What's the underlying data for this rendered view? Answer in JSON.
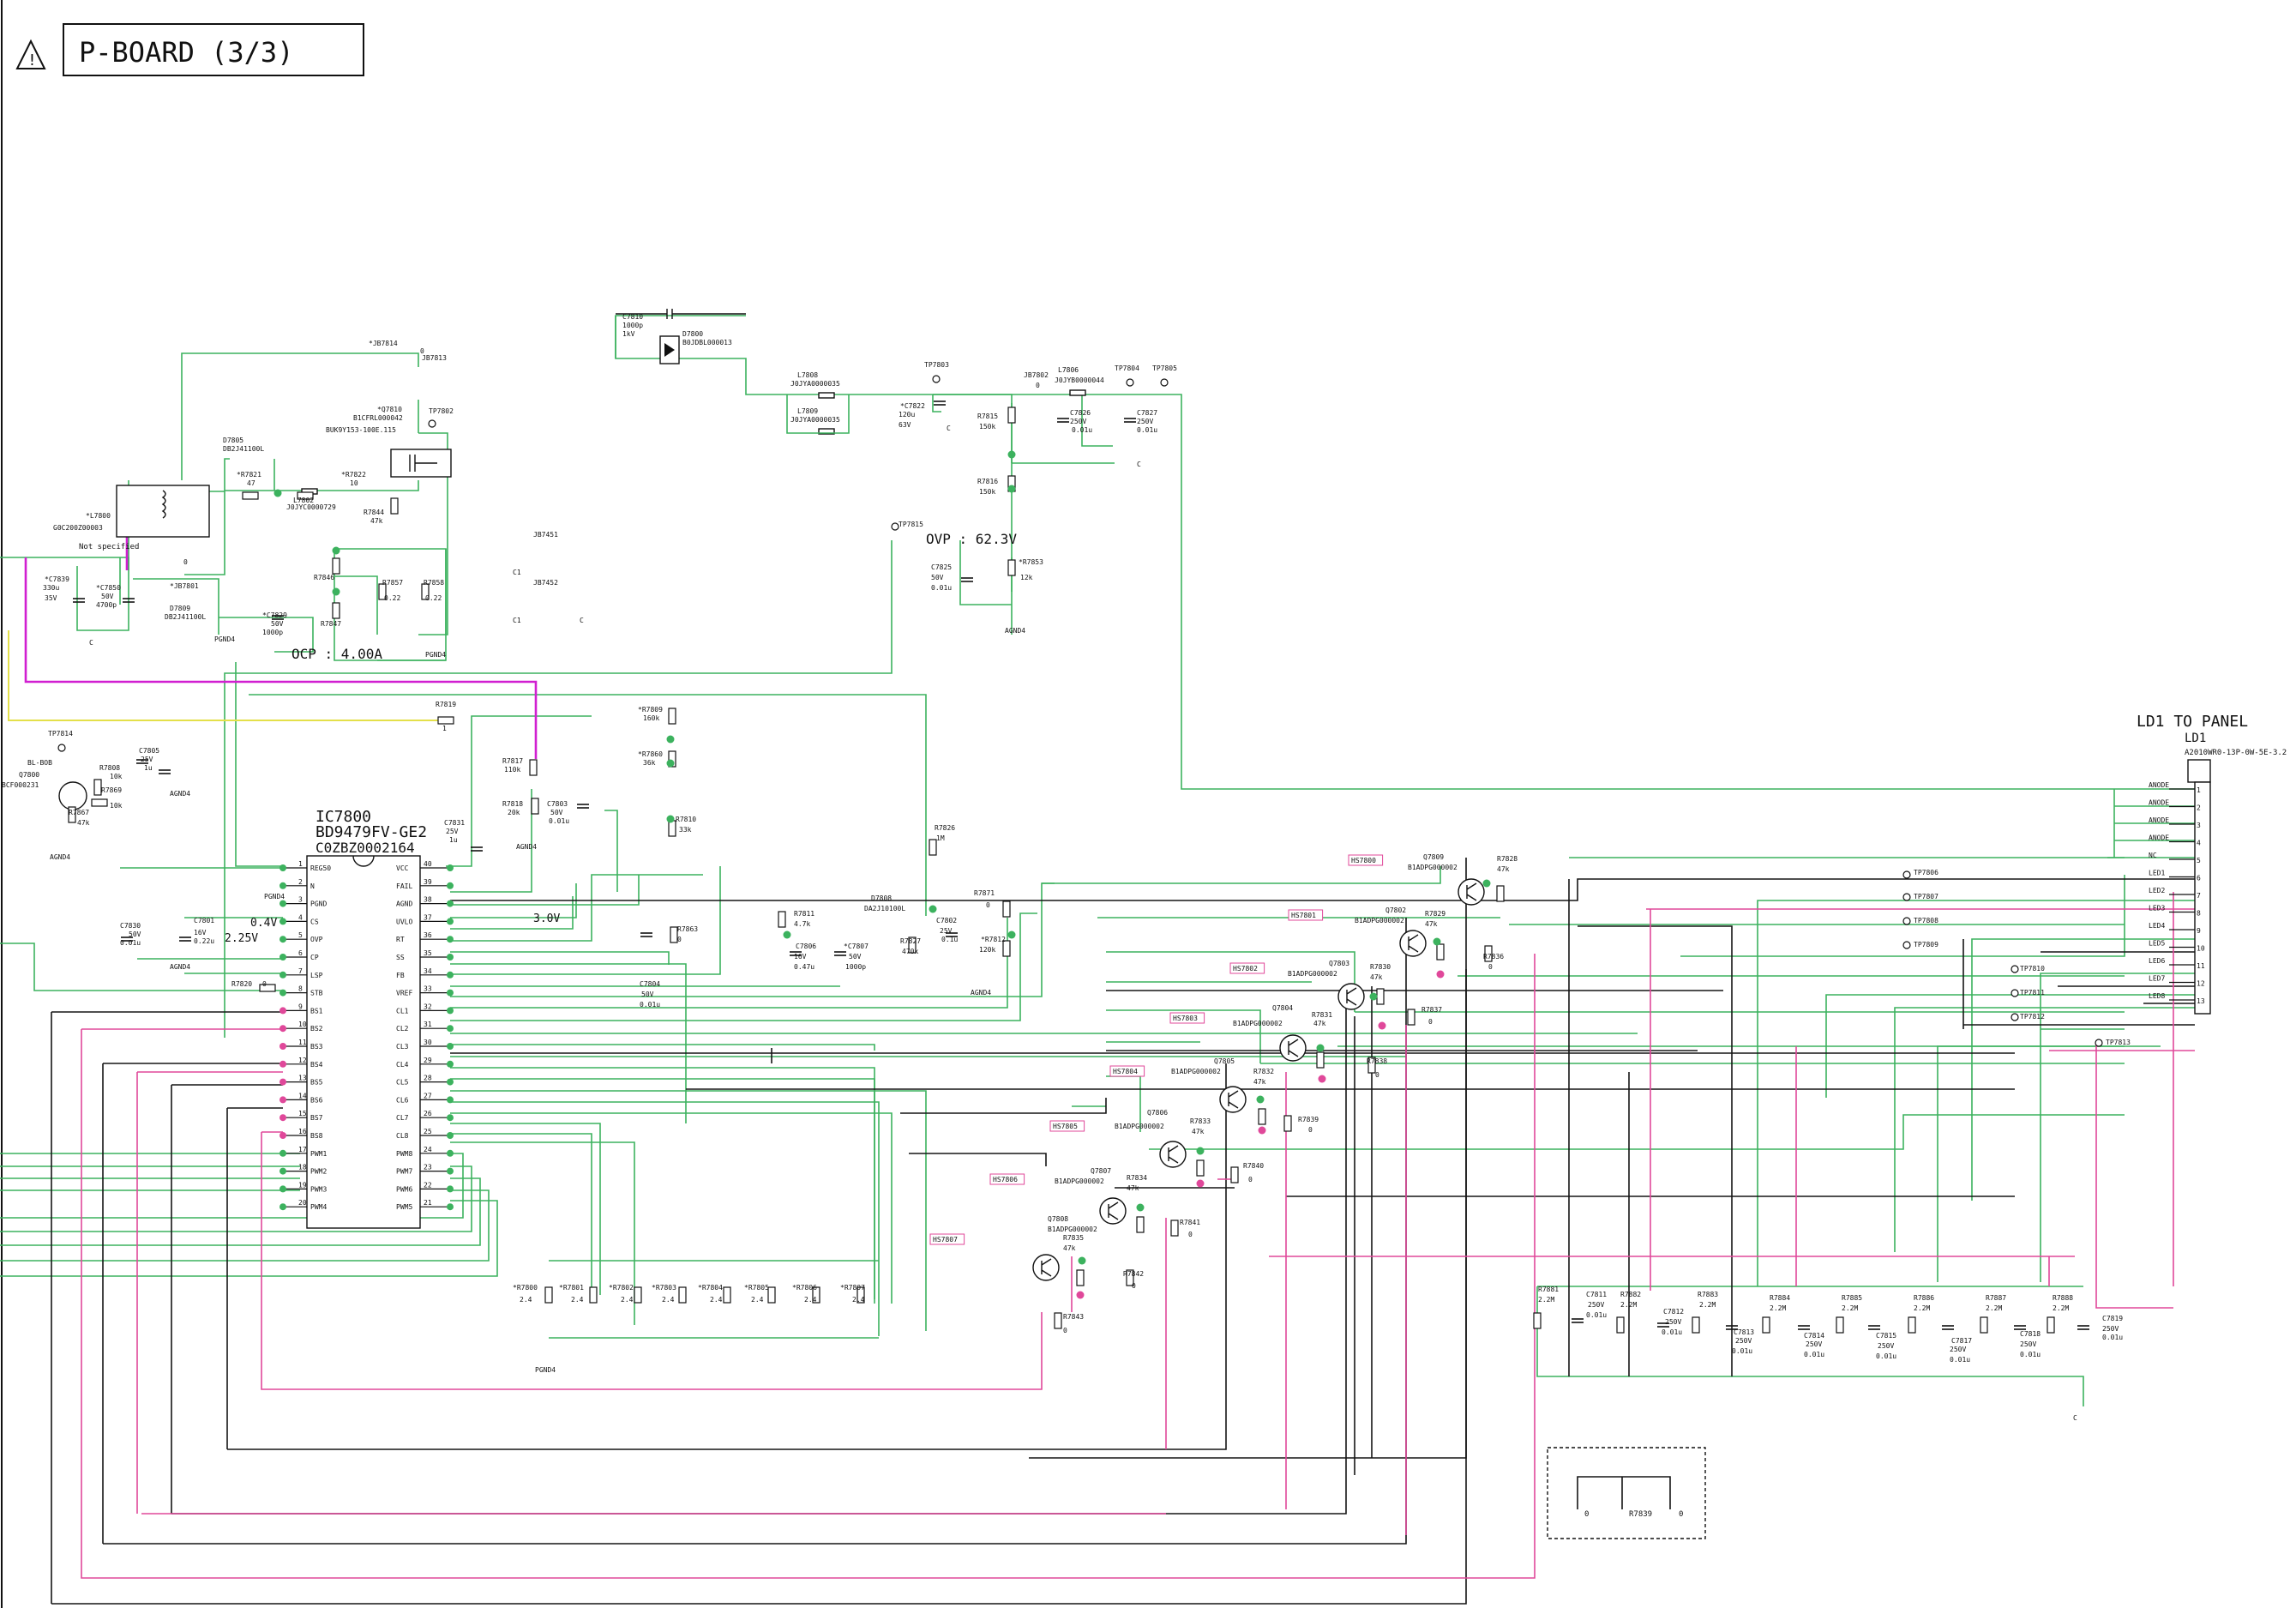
{
  "header": {
    "title": "P-BOARD (3/3)"
  },
  "ic": {
    "name": "IC7800",
    "part": "BD9479FV-GE2",
    "code": "C0ZBZ0002164",
    "left_pins": [
      {
        "num": "1",
        "name": "REG50"
      },
      {
        "num": "2",
        "name": "N"
      },
      {
        "num": "3",
        "name": "PGND"
      },
      {
        "num": "4",
        "name": "CS"
      },
      {
        "num": "5",
        "name": "OVP"
      },
      {
        "num": "6",
        "name": "CP"
      },
      {
        "num": "7",
        "name": "LSP"
      },
      {
        "num": "8",
        "name": "STB"
      },
      {
        "num": "9",
        "name": "BS1"
      },
      {
        "num": "10",
        "name": "BS2"
      },
      {
        "num": "11",
        "name": "BS3"
      },
      {
        "num": "12",
        "name": "BS4"
      },
      {
        "num": "13",
        "name": "BS5"
      },
      {
        "num": "14",
        "name": "BS6"
      },
      {
        "num": "15",
        "name": "BS7"
      },
      {
        "num": "16",
        "name": "BS8"
      },
      {
        "num": "17",
        "name": "PWM1"
      },
      {
        "num": "18",
        "name": "PWM2"
      },
      {
        "num": "19",
        "name": "PWM3"
      },
      {
        "num": "20",
        "name": "PWM4"
      }
    ],
    "right_pins": [
      {
        "num": "40",
        "name": "VCC"
      },
      {
        "num": "39",
        "name": "FAIL"
      },
      {
        "num": "38",
        "name": "AGND"
      },
      {
        "num": "37",
        "name": "UVLO"
      },
      {
        "num": "36",
        "name": "RT"
      },
      {
        "num": "35",
        "name": "SS"
      },
      {
        "num": "34",
        "name": "FB"
      },
      {
        "num": "33",
        "name": "VREF"
      },
      {
        "num": "32",
        "name": "CL1"
      },
      {
        "num": "31",
        "name": "CL2"
      },
      {
        "num": "30",
        "name": "CL3"
      },
      {
        "num": "29",
        "name": "CL4"
      },
      {
        "num": "28",
        "name": "CL5"
      },
      {
        "num": "27",
        "name": "CL6"
      },
      {
        "num": "26",
        "name": "CL7"
      },
      {
        "num": "25",
        "name": "CL8"
      },
      {
        "num": "24",
        "name": "PWM8"
      },
      {
        "num": "23",
        "name": "PWM7"
      },
      {
        "num": "22",
        "name": "PWM6"
      },
      {
        "num": "21",
        "name": "PWM5"
      }
    ]
  },
  "connector": {
    "title": "LD1 TO PANEL",
    "name": "LD1",
    "part": "A2010WR0-13P-0W-5E-3.2",
    "pins": [
      {
        "num": "1",
        "name": "ANODE"
      },
      {
        "num": "2",
        "name": "ANODE"
      },
      {
        "num": "3",
        "name": "ANODE"
      },
      {
        "num": "4",
        "name": "ANODE"
      },
      {
        "num": "5",
        "name": "NC"
      },
      {
        "num": "6",
        "name": "LED1"
      },
      {
        "num": "7",
        "name": "LED2"
      },
      {
        "num": "8",
        "name": "LED3"
      },
      {
        "num": "9",
        "name": "LED4"
      },
      {
        "num": "10",
        "name": "LED5"
      },
      {
        "num": "11",
        "name": "LED6"
      },
      {
        "num": "12",
        "name": "LED7"
      },
      {
        "num": "13",
        "name": "LED8"
      }
    ]
  },
  "annotations": {
    "ocp": "OCP : 4.00A",
    "ovp": "OVP : 62.3V",
    "v04": "0.4V",
    "v225": "2.25V",
    "v30": "3.0V",
    "not_specified": "Not specified"
  },
  "labels": [
    {
      "id": "jb7814",
      "text": "*JB7814"
    },
    {
      "id": "jb7814v",
      "text": "0"
    },
    {
      "id": "jb7813",
      "text": "JB7813"
    },
    {
      "id": "q7810",
      "text": "*Q7810"
    },
    {
      "id": "q7810p",
      "text": "B1CFRL000042"
    },
    {
      "id": "q7810b",
      "text": "BUK9Y153-100E.115"
    },
    {
      "id": "tp7802",
      "text": "TP7802"
    },
    {
      "id": "c7810",
      "text": "C7810"
    },
    {
      "id": "c7810v",
      "text": "1000p"
    },
    {
      "id": "c7810k",
      "text": "1kV"
    },
    {
      "id": "d7800",
      "text": "D7800"
    },
    {
      "id": "d7800p",
      "text": "B0JDBL000013"
    },
    {
      "id": "d7805",
      "text": "D7805"
    },
    {
      "id": "d7805p",
      "text": "DB2J41100L"
    },
    {
      "id": "r7821",
      "text": "*R7821"
    },
    {
      "id": "r7821v",
      "text": "47"
    },
    {
      "id": "r7822",
      "text": "*R7822"
    },
    {
      "id": "r7822v",
      "text": "10"
    },
    {
      "id": "l7802",
      "text": "L7802"
    },
    {
      "id": "l7802p",
      "text": "J0JYC0000729"
    },
    {
      "id": "r7844",
      "text": "R7844"
    },
    {
      "id": "r7844v",
      "text": "47k"
    },
    {
      "id": "l7800",
      "text": "*L7800"
    },
    {
      "id": "l7800p",
      "text": "G0C200Z00003"
    },
    {
      "id": "jb7801",
      "text": "*JB7801"
    },
    {
      "id": "jb7801v",
      "text": "0"
    },
    {
      "id": "d7809",
      "text": "D7809"
    },
    {
      "id": "d7809p",
      "text": "DB2J41100L"
    },
    {
      "id": "c7839",
      "text": "*C7839"
    },
    {
      "id": "c7839a",
      "text": "330u"
    },
    {
      "id": "c7839b",
      "text": "35V"
    },
    {
      "id": "c7850",
      "text": "*C7850"
    },
    {
      "id": "c7850a",
      "text": "50V"
    },
    {
      "id": "c7850b",
      "text": "4700p"
    },
    {
      "id": "c7829",
      "text": "*C7829"
    },
    {
      "id": "c7829a",
      "text": "50V"
    },
    {
      "id": "c7829b",
      "text": "1000p"
    },
    {
      "id": "r7846",
      "text": "R7846"
    },
    {
      "id": "r7847",
      "text": "R7847"
    },
    {
      "id": "r7857",
      "text": "R7857"
    },
    {
      "id": "r7857v",
      "text": "0.22"
    },
    {
      "id": "r7858",
      "text": "R7858"
    },
    {
      "id": "r7858v",
      "text": "0.22"
    },
    {
      "id": "pgnd4a",
      "text": "PGND4"
    },
    {
      "id": "pgnd4b",
      "text": "PGND4"
    },
    {
      "id": "l7808",
      "text": "L7808"
    },
    {
      "id": "l7808p",
      "text": "J0JYA0000035"
    },
    {
      "id": "l7809",
      "text": "L7809"
    },
    {
      "id": "l7809p",
      "text": "J0JYA0000035"
    },
    {
      "id": "tp7803",
      "text": "TP7803"
    },
    {
      "id": "c7822",
      "text": "*C7822"
    },
    {
      "id": "c7822a",
      "text": "120u"
    },
    {
      "id": "c7822b",
      "text": "63V"
    },
    {
      "id": "jb7802",
      "text": "JB7802"
    },
    {
      "id": "jb7802v",
      "text": "0"
    },
    {
      "id": "l7806",
      "text": "L7806"
    },
    {
      "id": "l7806p",
      "text": "J0JYB0000044"
    },
    {
      "id": "tp7804",
      "text": "TP7804"
    },
    {
      "id": "tp7805",
      "text": "TP7805"
    },
    {
      "id": "r7815",
      "text": "R7815"
    },
    {
      "id": "r7815v",
      "text": "150k"
    },
    {
      "id": "c7826",
      "text": "C7826"
    },
    {
      "id": "c7826a",
      "text": "250V"
    },
    {
      "id": "c7826b",
      "text": "0.01u"
    },
    {
      "id": "c7827",
      "text": "C7827"
    },
    {
      "id": "c7827a",
      "text": "250V"
    },
    {
      "id": "c7827b",
      "text": "0.01u"
    },
    {
      "id": "r7816",
      "text": "R7816"
    },
    {
      "id": "r7816v",
      "text": "150k"
    },
    {
      "id": "tp7815",
      "text": "TP7815"
    },
    {
      "id": "c7825",
      "text": "C7825"
    },
    {
      "id": "c7825a",
      "text": "50V"
    },
    {
      "id": "c7825b",
      "text": "0.01u"
    },
    {
      "id": "r7853",
      "text": "*R7853"
    },
    {
      "id": "r7853v",
      "text": "12k"
    },
    {
      "id": "agnd4a",
      "text": "AGND4"
    },
    {
      "id": "jb7451",
      "text": "JB7451"
    },
    {
      "id": "jb7452",
      "text": "JB7452"
    },
    {
      "id": "c1a",
      "text": "C1"
    },
    {
      "id": "c1b",
      "text": "C1"
    },
    {
      "id": "tp7814",
      "text": "TP7814"
    },
    {
      "id": "blbob",
      "text": "BL-BOB"
    },
    {
      "id": "q7800",
      "text": "Q7800"
    },
    {
      "id": "q7800p",
      "text": "BCF000231"
    },
    {
      "id": "r7808",
      "text": "R7808"
    },
    {
      "id": "r7808v",
      "text": "10k"
    },
    {
      "id": "c7805",
      "text": "C7805"
    },
    {
      "id": "c7805a",
      "text": "25V"
    },
    {
      "id": "c7805b",
      "text": "1u"
    },
    {
      "id": "r7869",
      "text": "R7869"
    },
    {
      "id": "r7869v",
      "text": "10k"
    },
    {
      "id": "r7867",
      "text": "R7867"
    },
    {
      "id": "r7867v",
      "text": "47k"
    },
    {
      "id": "agnd4b",
      "text": "AGND4"
    },
    {
      "id": "agnd4c",
      "text": "AGND4"
    },
    {
      "id": "r7819",
      "text": "R7819"
    },
    {
      "id": "r7819v",
      "text": "1"
    },
    {
      "id": "r7817",
      "text": "R7817"
    },
    {
      "id": "r7817v",
      "text": "110k"
    },
    {
      "id": "r7818",
      "text": "R7818"
    },
    {
      "id": "r7818v",
      "text": "20k"
    },
    {
      "id": "c7803",
      "text": "C7803"
    },
    {
      "id": "c7803a",
      "text": "50V"
    },
    {
      "id": "c7803b",
      "text": "0.01u"
    },
    {
      "id": "c7831",
      "text": "C7831"
    },
    {
      "id": "c7831a",
      "text": "25V"
    },
    {
      "id": "c7831b",
      "text": "1u"
    },
    {
      "id": "agnd4d",
      "text": "AGND4"
    },
    {
      "id": "r7809",
      "text": "*R7809"
    },
    {
      "id": "r7809v",
      "text": "160k"
    },
    {
      "id": "r7860",
      "text": "*R7860"
    },
    {
      "id": "r7860v",
      "text": "36k"
    },
    {
      "id": "r7810",
      "text": "R7810"
    },
    {
      "id": "r7810v",
      "text": "33k"
    },
    {
      "id": "r7826",
      "text": "R7826"
    },
    {
      "id": "r7826v",
      "text": "1M"
    },
    {
      "id": "c7830",
      "text": "C7830"
    },
    {
      "id": "c7830a",
      "text": "50V"
    },
    {
      "id": "c7830b",
      "text": "0.01u"
    },
    {
      "id": "c7801",
      "text": "C7801"
    },
    {
      "id": "c7801a",
      "text": "16V"
    },
    {
      "id": "c7801b",
      "text": "0.22u"
    },
    {
      "id": "pgnd4c",
      "text": "PGND4"
    },
    {
      "id": "agnd4e",
      "text": "AGND4"
    },
    {
      "id": "r7820",
      "text": "R7820"
    },
    {
      "id": "r7820v",
      "text": "0"
    },
    {
      "id": "r7863",
      "text": "R7863"
    },
    {
      "id": "r7863v",
      "text": "0"
    },
    {
      "id": "r7811",
      "text": "R7811"
    },
    {
      "id": "r7811v",
      "text": "4.7k"
    },
    {
      "id": "c7806",
      "text": "C7806"
    },
    {
      "id": "c7806a",
      "text": "16V"
    },
    {
      "id": "c7806b",
      "text": "0.47u"
    },
    {
      "id": "c7807",
      "text": "*C7807"
    },
    {
      "id": "c7807a",
      "text": "50V"
    },
    {
      "id": "c7807b",
      "text": "1000p"
    },
    {
      "id": "d7808",
      "text": "D7808"
    },
    {
      "id": "d7808p",
      "text": "DA2J10100L"
    },
    {
      "id": "r7827",
      "text": "R7827"
    },
    {
      "id": "r7827v",
      "text": "470k"
    },
    {
      "id": "c7802",
      "text": "C7802"
    },
    {
      "id": "c7802a",
      "text": "25V"
    },
    {
      "id": "c7802b",
      "text": "0.1u"
    },
    {
      "id": "r7871",
      "text": "R7871"
    },
    {
      "id": "r7871v",
      "text": "0"
    },
    {
      "id": "r7812",
      "text": "*R7812"
    },
    {
      "id": "r7812v",
      "text": "120k"
    },
    {
      "id": "agnd4f",
      "text": "AGND4"
    },
    {
      "id": "c7804",
      "text": "C7804"
    },
    {
      "id": "c7804a",
      "text": "50V"
    },
    {
      "id": "c7804b",
      "text": "0.01u"
    },
    {
      "id": "r7800",
      "text": "*R7800"
    },
    {
      "id": "r7800v",
      "text": "2.4"
    },
    {
      "id": "r7801",
      "text": "*R7801"
    },
    {
      "id": "r7801v",
      "text": "2.4"
    },
    {
      "id": "r7802",
      "text": "*R7802"
    },
    {
      "id": "r7802v",
      "text": "2.4"
    },
    {
      "id": "r7803",
      "text": "*R7803"
    },
    {
      "id": "r7803v",
      "text": "2.4"
    },
    {
      "id": "r7804",
      "text": "*R7804"
    },
    {
      "id": "r7804v",
      "text": "2.4"
    },
    {
      "id": "r7805",
      "text": "*R7805"
    },
    {
      "id": "r7805v",
      "text": "2.4"
    },
    {
      "id": "r7806",
      "text": "*R7806"
    },
    {
      "id": "r7806v",
      "text": "2.4"
    },
    {
      "id": "r7807",
      "text": "*R7807"
    },
    {
      "id": "r7807v",
      "text": "2.4"
    },
    {
      "id": "pgnd4d",
      "text": "PGND4"
    },
    {
      "id": "hs7800",
      "text": "HS7800"
    },
    {
      "id": "hs7801",
      "text": "HS7801"
    },
    {
      "id": "hs7802",
      "text": "HS7802"
    },
    {
      "id": "hs7803",
      "text": "HS7803"
    },
    {
      "id": "hs7804",
      "text": "HS7804"
    },
    {
      "id": "hs7805",
      "text": "HS7805"
    },
    {
      "id": "hs7806",
      "text": "HS7806"
    },
    {
      "id": "hs7807",
      "text": "HS7807"
    },
    {
      "id": "q7809",
      "text": "Q7809"
    },
    {
      "id": "q7809p",
      "text": "B1ADPG000002"
    },
    {
      "id": "q7802",
      "text": "Q7802"
    },
    {
      "id": "q7802p",
      "text": "B1ADPG000002"
    },
    {
      "id": "q7803",
      "text": "Q7803"
    },
    {
      "id": "q7803p",
      "text": "B1ADPG000002"
    },
    {
      "id": "q7804",
      "text": "Q7804"
    },
    {
      "id": "q7804p",
      "text": "B1ADPG000002"
    },
    {
      "id": "q7805",
      "text": "Q7805"
    },
    {
      "id": "q7805p",
      "text": "B1ADPG000002"
    },
    {
      "id": "q7806",
      "text": "Q7806"
    },
    {
      "id": "q7806p",
      "text": "B1ADPG000002"
    },
    {
      "id": "q7807",
      "text": "Q7807"
    },
    {
      "id": "q7807p",
      "text": "B1ADPG000002"
    },
    {
      "id": "q7808",
      "text": "Q7808"
    },
    {
      "id": "q7808p",
      "text": "B1ADPG000002"
    },
    {
      "id": "r7828",
      "text": "R7828"
    },
    {
      "id": "r7828v",
      "text": "47k"
    },
    {
      "id": "r7829",
      "text": "R7829"
    },
    {
      "id": "r7829v",
      "text": "47k"
    },
    {
      "id": "r7830",
      "text": "R7830"
    },
    {
      "id": "r7830v",
      "text": "47k"
    },
    {
      "id": "r7831",
      "text": "R7831"
    },
    {
      "id": "r7831v",
      "text": "47k"
    },
    {
      "id": "r7832",
      "text": "R7832"
    },
    {
      "id": "r7832v",
      "text": "47k"
    },
    {
      "id": "r7833",
      "text": "R7833"
    },
    {
      "id": "r7833v",
      "text": "47k"
    },
    {
      "id": "r7834",
      "text": "R7834"
    },
    {
      "id": "r7834v",
      "text": "47k"
    },
    {
      "id": "r7835",
      "text": "R7835"
    },
    {
      "id": "r7835v",
      "text": "47k"
    },
    {
      "id": "r7836",
      "text": "R7836"
    },
    {
      "id": "r7836v",
      "text": "0"
    },
    {
      "id": "r7837",
      "text": "R7837"
    },
    {
      "id": "r7837v",
      "text": "0"
    },
    {
      "id": "r7838",
      "text": "R7838"
    },
    {
      "id": "r7838v",
      "text": "0"
    },
    {
      "id": "r7839",
      "text": "R7839"
    },
    {
      "id": "r7839v",
      "text": "0"
    },
    {
      "id": "r7840",
      "text": "R7840"
    },
    {
      "id": "r7840v",
      "text": "0"
    },
    {
      "id": "r7841",
      "text": "R7841"
    },
    {
      "id": "r7841v",
      "text": "0"
    },
    {
      "id": "r7842",
      "text": "R7842"
    },
    {
      "id": "r7842v",
      "text": "0"
    },
    {
      "id": "r7843",
      "text": "R7843"
    },
    {
      "id": "r7843v",
      "text": "0"
    },
    {
      "id": "tp7806",
      "text": "TP7806"
    },
    {
      "id": "tp7807",
      "text": "TP7807"
    },
    {
      "id": "tp7808",
      "text": "TP7808"
    },
    {
      "id": "tp7809",
      "text": "TP7809"
    },
    {
      "id": "tp7810",
      "text": "TP7810"
    },
    {
      "id": "tp7811",
      "text": "TP7811"
    },
    {
      "id": "tp7812",
      "text": "TP7812"
    },
    {
      "id": "tp7813",
      "text": "TP7813"
    },
    {
      "id": "r7881",
      "text": "R7881"
    },
    {
      "id": "r7881v",
      "text": "2.2M"
    },
    {
      "id": "c7811",
      "text": "C7811"
    },
    {
      "id": "c7811a",
      "text": "250V"
    },
    {
      "id": "c7811b",
      "text": "0.01u"
    },
    {
      "id": "r7882",
      "text": "R7882"
    },
    {
      "id": "r7882v",
      "text": "2.2M"
    },
    {
      "id": "c7812",
      "text": "C7812"
    },
    {
      "id": "c7812a",
      "text": "250V"
    },
    {
      "id": "c7812b",
      "text": "0.01u"
    },
    {
      "id": "r7883",
      "text": "R7883"
    },
    {
      "id": "r7883v",
      "text": "2.2M"
    },
    {
      "id": "c7813",
      "text": "C7813"
    },
    {
      "id": "c7813a",
      "text": "250V"
    },
    {
      "id": "c7813b",
      "text": "0.01u"
    },
    {
      "id": "r7884",
      "text": "R7884"
    },
    {
      "id": "r7884v",
      "text": "2.2M"
    },
    {
      "id": "c7814",
      "text": "C7814"
    },
    {
      "id": "c7814a",
      "text": "250V"
    },
    {
      "id": "c7814b",
      "text": "0.01u"
    },
    {
      "id": "r7885",
      "text": "R7885"
    },
    {
      "id": "r7885v",
      "text": "2.2M"
    },
    {
      "id": "c7815",
      "text": "C7815"
    },
    {
      "id": "c7815a",
      "text": "250V"
    },
    {
      "id": "c7815b",
      "text": "0.01u"
    },
    {
      "id": "r7886",
      "text": "R7886"
    },
    {
      "id": "r7886v",
      "text": "2.2M"
    },
    {
      "id": "c7817",
      "text": "C7817"
    },
    {
      "id": "c7817a",
      "text": "250V"
    },
    {
      "id": "c7817b",
      "text": "0.01u"
    },
    {
      "id": "r7887",
      "text": "R7887"
    },
    {
      "id": "r7887v",
      "text": "2.2M"
    },
    {
      "id": "c7818",
      "text": "C7818"
    },
    {
      "id": "c7818a",
      "text": "250V"
    },
    {
      "id": "c7818b",
      "text": "0.01u"
    },
    {
      "id": "r7888",
      "text": "R7888"
    },
    {
      "id": "r7888v",
      "text": "2.2M"
    },
    {
      "id": "c7819",
      "text": "C7819"
    },
    {
      "id": "c7819a",
      "text": "250V"
    },
    {
      "id": "c7819b",
      "text": "0.01u"
    },
    {
      "id": "cgnd1",
      "text": "C"
    },
    {
      "id": "cgnd2",
      "text": "C"
    },
    {
      "id": "cgnd3",
      "text": "C"
    },
    {
      "id": "cgnd4",
      "text": "C"
    },
    {
      "id": "cgnd5",
      "text": "C"
    },
    {
      "id": "leg_pgnd",
      "text": "PGND4"
    },
    {
      "id": "leg_agnd",
      "text": "AGND4"
    },
    {
      "id": "leg_c",
      "text": "C"
    }
  ]
}
